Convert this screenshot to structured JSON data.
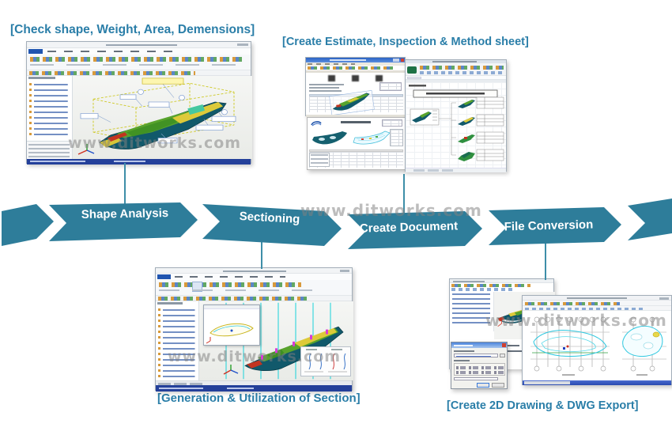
{
  "colors": {
    "accent_teal": "#2e7d9a",
    "caption_teal": "#2a7ea8",
    "connector_teal": "#3e8ea8",
    "watermark_grey": "#808080",
    "status_blue": "#24409a"
  },
  "captions": {
    "check_shape": "[Check shape, Weight, Area, Demensions]",
    "create_estimate": "[Create Estimate, Inspection & Method sheet]",
    "generation_section": "[Generation & Utilization of Section]",
    "create_2d": "[Create 2D Drawing & DWG Export]"
  },
  "banner": {
    "steps": [
      {
        "label": "Shape Analysis"
      },
      {
        "label": "Sectioning"
      },
      {
        "label": "Create Document"
      },
      {
        "label": "File Conversion"
      }
    ]
  },
  "watermark": "www.ditworks.com"
}
